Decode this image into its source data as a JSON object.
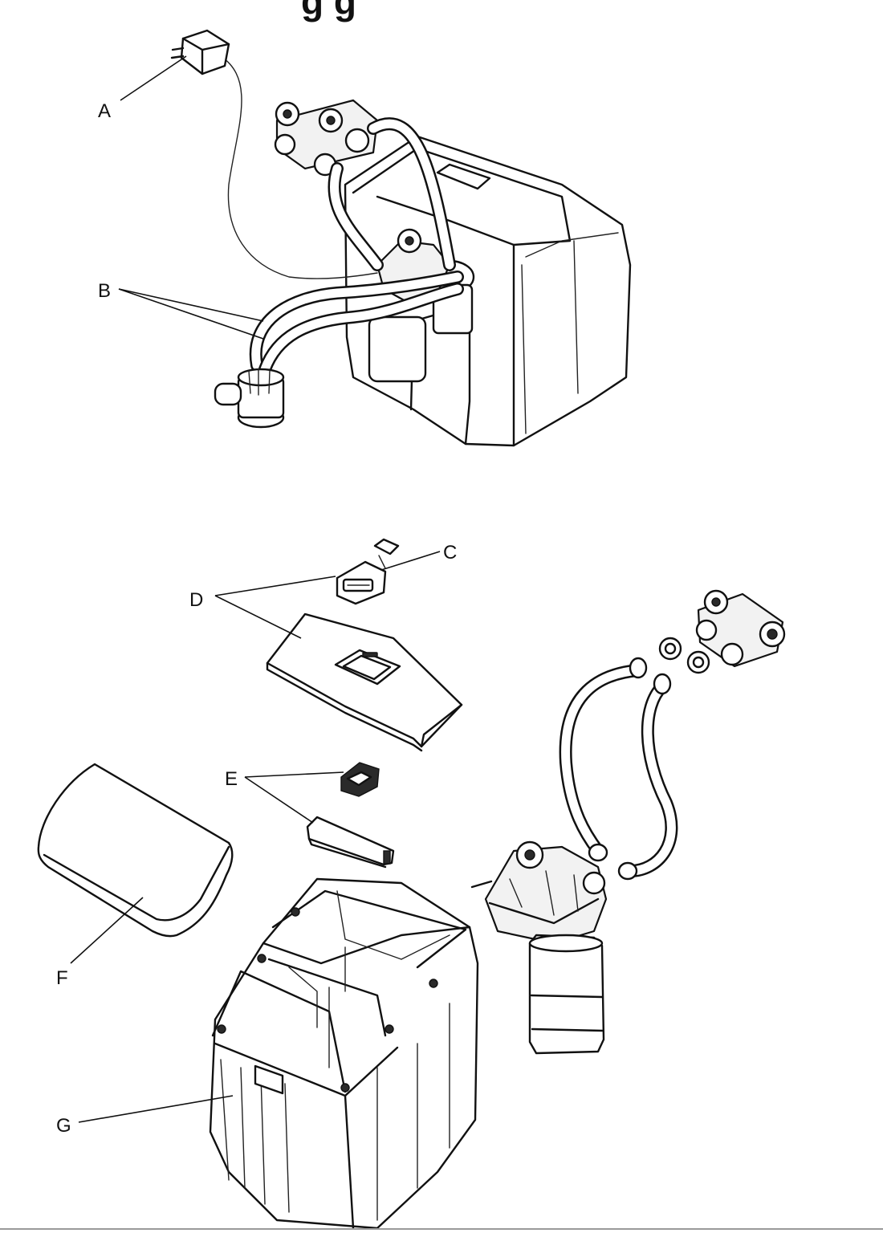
{
  "header": {
    "title_fragment": "g   g"
  },
  "labels": {
    "a": "A",
    "b": "B",
    "c": "C",
    "d": "D",
    "e": "E",
    "f": "F",
    "g": "G"
  }
}
